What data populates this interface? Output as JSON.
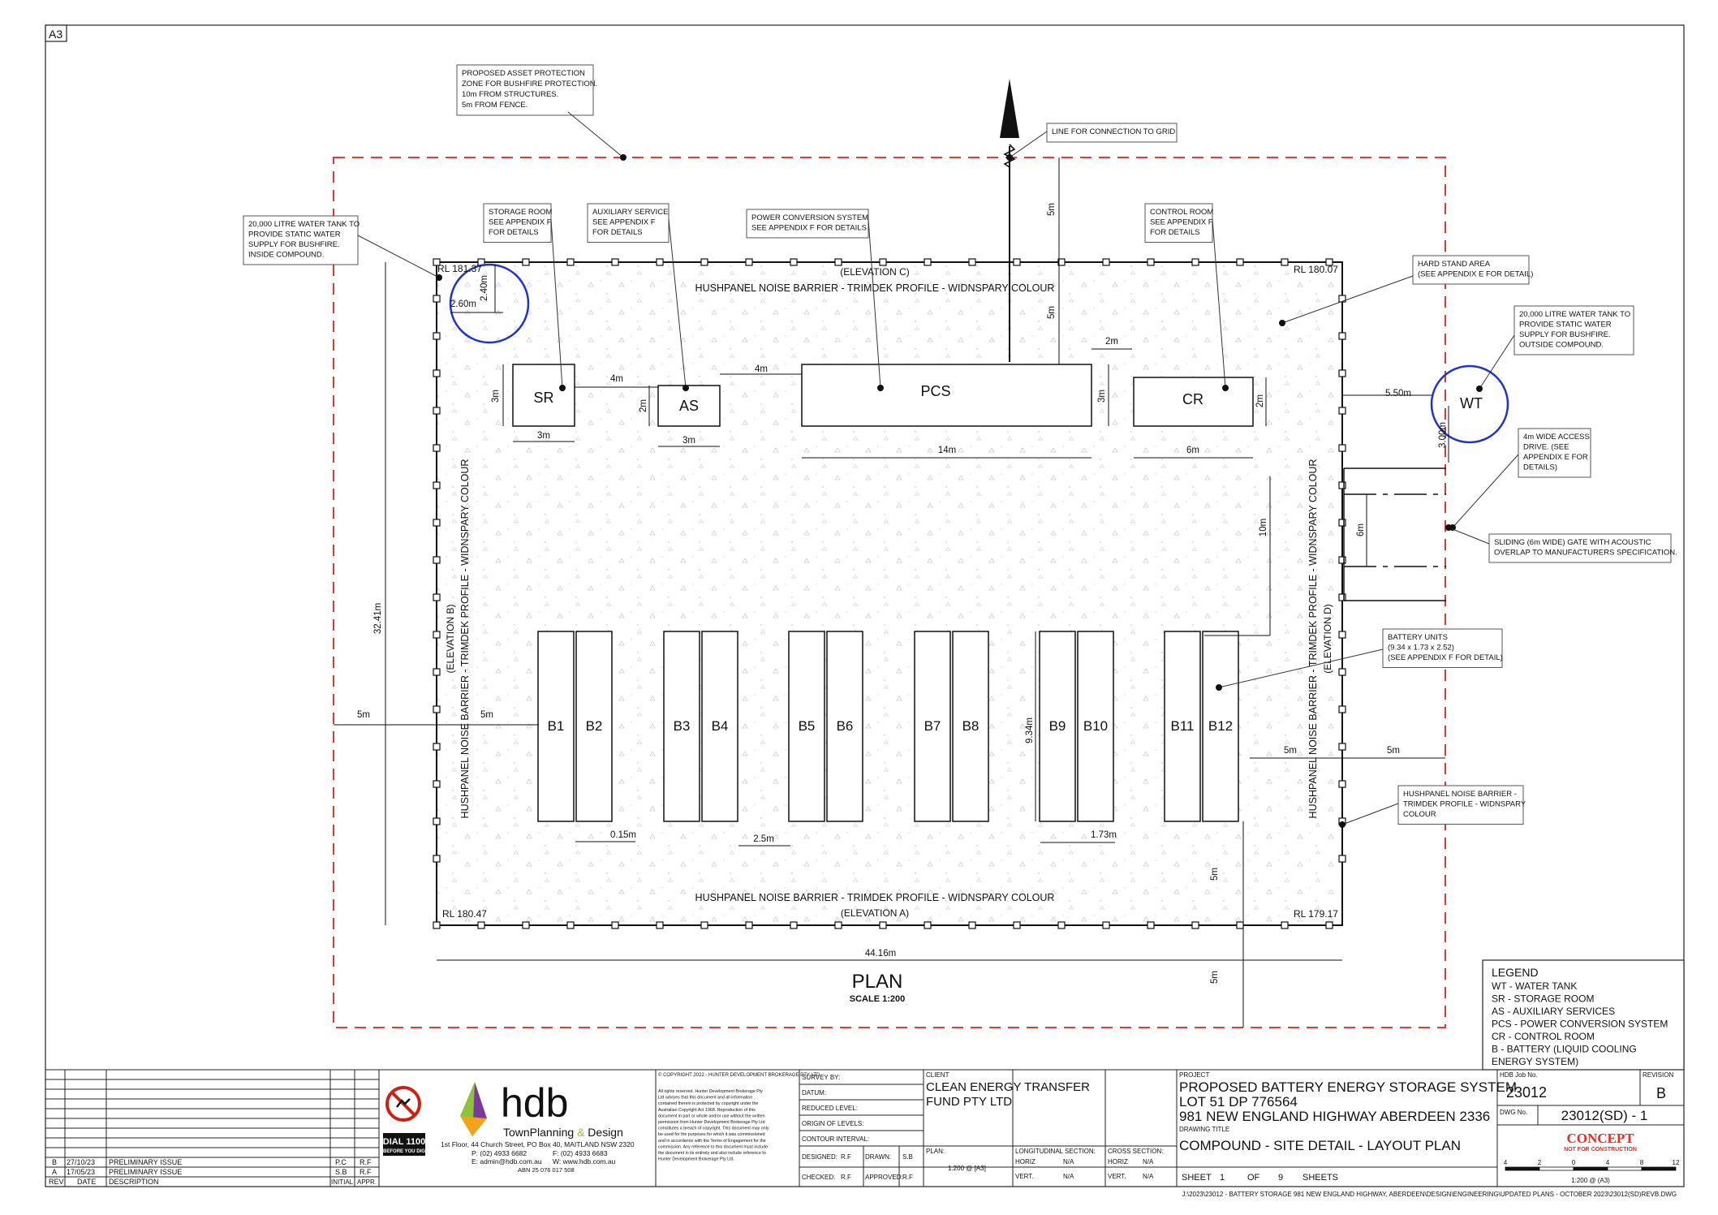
{
  "sheet_size": "A3",
  "plan": {
    "title": "PLAN",
    "scale": "SCALE 1:200",
    "barrier_top": "HUSHPANEL NOISE BARRIER - TRIMDEK PROFILE - WIDNSPARY COLOUR",
    "elev_c": "(ELEVATION C)",
    "barrier_bottom": "HUSHPANEL NOISE BARRIER - TRIMDEK PROFILE - WIDNSPARY COLOUR",
    "elev_a": "(ELEVATION A)",
    "barrier_left": "HUSHPANEL NOISE BARRIER - TRIMDEK PROFILE - WIDNSPARY COLOUR",
    "elev_b": "(ELEVATION B)",
    "barrier_right": "HUSHPANEL NOISE BARRIER - TRIMDEK PROFILE - WIDNSPARY COLOUR",
    "elev_d": "(ELEVATION D)",
    "rl_tl": "RL 181.37",
    "rl_tr": "RL 180.07",
    "rl_bl": "RL 180.47",
    "rl_br": "RL 179.17"
  },
  "buildings": {
    "sr": "SR",
    "as": "AS",
    "pcs": "PCS",
    "cr": "CR",
    "wt": "WT",
    "batteries": [
      "B1",
      "B2",
      "B3",
      "B4",
      "B5",
      "B6",
      "B7",
      "B8",
      "B9",
      "B10",
      "B11",
      "B12"
    ]
  },
  "dims": {
    "d5m_top": "5m",
    "d5m_mid": "5m",
    "d2m_pcs": "2m",
    "d4m_sr": "4m",
    "d4m_as": "4m",
    "d3m_sr_h": "3m",
    "d3m_sr_w": "3m",
    "d2m_as_h": "2m",
    "d3m_as_w": "3m",
    "d3m_pcs_h": "3m",
    "d14m": "14m",
    "d2m_cr_h": "2m",
    "d6m_cr": "6m",
    "d2_60m": "2.60m",
    "d2_40m": "2.40m",
    "d5_50m": "5.50m",
    "d3_00m": "3.00m",
    "d10m": "10m",
    "d6m_gate": "6m",
    "d32_41m": "32.41m",
    "d5m_left_out": "5m",
    "d5m_left_in": "5m",
    "d9_34m": "9.34m",
    "d0_15m": "0.15m",
    "d2_5m": "2.5m",
    "d1_73m": "1.73m",
    "d5m_right_in": "5m",
    "d5m_right_out": "5m",
    "d5m_bottom_in": "5m",
    "d44_16m": "44.16m",
    "d5m_bottom_out": "5m"
  },
  "callouts": {
    "apz": [
      "PROPOSED ASSET PROTECTION",
      "ZONE FOR BUSHFIRE PROTECTION.",
      "10m FROM STRUCTURES.",
      "5m FROM FENCE."
    ],
    "grid": [
      "LINE FOR CONNECTION TO GRID"
    ],
    "tank_in": [
      "20,000 LITRE WATER TANK TO",
      "PROVIDE  STATIC WATER",
      "SUPPLY FOR BUSHFIRE.",
      "INSIDE COMPOUND."
    ],
    "storage": [
      "STORAGE ROOM",
      "SEE APPENDIX F",
      "FOR DETAILS"
    ],
    "aux": [
      "AUXILIARY SERVICE",
      "SEE APPENDIX F",
      "FOR DETAILS"
    ],
    "pcs": [
      "POWER CONVERSION SYSTEM",
      "SEE APPENDIX F FOR DETAILS"
    ],
    "control": [
      "CONTROL ROOM",
      "SEE APPENDIX F",
      "FOR DETAILS"
    ],
    "hardstand": [
      "HARD STAND AREA",
      "(SEE APPENDIX E FOR DETAIL)"
    ],
    "tank_out": [
      "20,000 LITRE WATER TANK TO",
      "PROVIDE STATIC WATER",
      "SUPPLY FOR BUSHFIRE.",
      "OUTSIDE COMPOUND."
    ],
    "drive": [
      "4m WIDE ACCESS",
      "DRIVE. (SEE",
      "APPENDIX E FOR",
      "DETAILS)"
    ],
    "gate": [
      "SLIDING (6m WIDE) GATE WITH ACOUSTIC",
      "OVERLAP TO MANUFACTURERS SPECIFICATION."
    ],
    "battery": [
      "BATTERY UNITS",
      "(9.34 x 1.73 x 2.52)",
      "(SEE APPENDIX F FOR DETAIL)"
    ],
    "barrier": [
      "HUSHPANEL NOISE BARRIER -",
      "TRIMDEK PROFILE - WIDNSPARY",
      "COLOUR"
    ]
  },
  "legend": {
    "title": "LEGEND",
    "items": [
      "WT  -  WATER TANK",
      "SR  -  STORAGE ROOM",
      "AS  -  AUXILIARY SERVICES",
      "PCS - POWER CONVERSION SYSTEM",
      "CR  - CONTROL ROOM",
      "B - BATTERY (LIQUID COOLING",
      "ENERGY SYSTEM)"
    ]
  },
  "revisions": [
    {
      "rev": "B",
      "date": "27/10/23",
      "desc": "PRELIMINARY ISSUE",
      "initial": "P.C",
      "appr": "R.F"
    },
    {
      "rev": "A",
      "date": "17/05/23",
      "desc": "PRELIMINARY ISSUE",
      "initial": "S.B",
      "appr": "R.F"
    }
  ],
  "rev_headers": {
    "rev": "REV",
    "date": "DATE",
    "desc": "DESCRIPTION",
    "initial": "INITIAL",
    "appr": "APPR."
  },
  "dial": [
    "DIAL 1100",
    "BEFORE YOU DIG"
  ],
  "company": {
    "name": "hdb",
    "tagline_a": "TownPlanning",
    "tagline_amp": "&",
    "tagline_b": "Design",
    "address": "1st Floor, 44 Church Street, PO Box 40, MAITLAND NSW 2320",
    "phone": "P: (02) 4933 6682",
    "fax": "F: (02) 4933 6683",
    "email": "E: admin@hdb.com.au",
    "web": "W: www.hdb.com.au",
    "abn": "ABN 25 076 017 508"
  },
  "copyright": "© COPYRIGHT 2022 - HUNTER DEVELOPMENT BROKERAGE PTY LTD",
  "copyright_body": [
    "All rights reserved. Hunter Development Brokerage Pty",
    "Ltd advises that this document and all information",
    "contained therein is protected by copyright under the",
    "Australian Copyright Act 1968. Reproduction of this",
    "document in part or whole and/or use without the written",
    "permission from Hunter Development Brokerage Pty Ltd",
    "constitutes a breach of copyright. This document may only",
    "be used for the purposes for which it was commissioned",
    "and in accordance with the Terms of Engagement for the",
    "commission. Any reference to this document must include",
    "the document in its entirety and also include reference to",
    "Hunter Development Brokerage Pty Ltd."
  ],
  "survey": {
    "survey_by": "SURVEY BY:",
    "datum": "DATUM:",
    "reduced": "REDUCED LEVEL:",
    "origin": "ORIGIN OF LEVELS:",
    "contour": "CONTOUR INTERVAL:",
    "designed_lbl": "DESIGNED:",
    "designed": "R.F",
    "drawn_lbl": "DRAWN:",
    "drawn": "S.B",
    "checked_lbl": "CHECKED:",
    "checked": "R.F",
    "approved_lbl": "APPROVED:",
    "approved": "R.F"
  },
  "client": {
    "label": "CLIENT",
    "line1": "CLEAN ENERGY TRANSFER",
    "line2": "FUND PTY LTD"
  },
  "sections": {
    "plan_lbl": "PLAN:",
    "plan_val": "1:200 @ [A3]",
    "long_lbl": "LONGITUDINAL  SECTION:",
    "horiz": "HORIZ",
    "vert": "VERT.",
    "na": "N/A",
    "cross_lbl": "CROSS SECTION:"
  },
  "project": {
    "label": "PROJECT",
    "line1": "PROPOSED BATTERY ENERGY STORAGE SYSTEM",
    "line2": "LOT 51 DP 776564",
    "line3": "981 NEW ENGLAND HIGHWAY ABERDEEN 2336",
    "drawing_title_lbl": "DRAWING TITLE",
    "drawing_title": "COMPOUND - SITE DETAIL - LAYOUT PLAN",
    "sheet": "SHEET",
    "sheet_no": "1",
    "of": "OF",
    "sheet_total": "9",
    "sheets": "SHEETS"
  },
  "job": {
    "job_lbl": "HDB Job No.",
    "job_no": "23012",
    "rev_lbl": "REVISION",
    "rev": "B",
    "dwg_lbl": "DWG No.",
    "dwg_no": "23012(SD) - 1",
    "concept": "CONCEPT",
    "nfc": "NOT FOR CONSTRUCTION",
    "scale_ticks": [
      "4",
      "2",
      "0",
      "4",
      "8",
      "12"
    ],
    "scale_txt": "1:200 @ (A3)"
  },
  "filepath": "J:\\2023\\23012 - BATTERY STORAGE 981 NEW ENGLAND HIGHWAY, ABERDEEN\\DESIGN\\ENGINEERING\\UPDATED PLANS - OCTOBER 2023\\23012(SD)REVB.DWG"
}
